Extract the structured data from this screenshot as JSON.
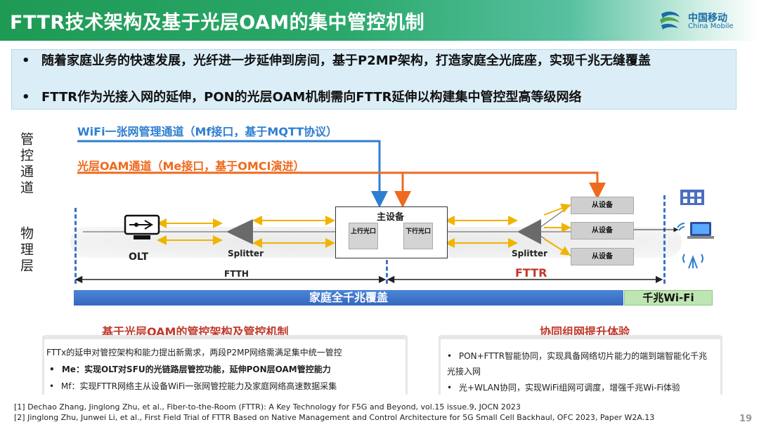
{
  "header": {
    "title": "FTTR技术架构及基于光层OAM的集中管控机制",
    "logo_cn": "中国移动",
    "logo_en": "China Mobile"
  },
  "bullets": [
    "随着家庭业务的快速发展，光纤进一步延伸到房间，基于P2MP架构，打造家庭全光底座，实现千兆无缝覆盖",
    "FTTR作为光接入网的延伸，PON的光层OAM机制需向FTTR延伸以构建集中管控型高等级网络"
  ],
  "bullet_symbol": "•",
  "side_labels": {
    "control": "管控通道",
    "physical": "物理层"
  },
  "channels": {
    "wifi": "WiFi一张网管理通道（Mf接口，基于MQTT协议）",
    "oam": "光层OAM通道（Me接口，基于OMCI演进）"
  },
  "diagram": {
    "olt": "OLT",
    "splitter1": "Splitter",
    "main_device": "主设备",
    "uplink_port": "上行光口",
    "downlink_port": "下行光口",
    "splitter2": "Splitter",
    "slaves": [
      "从设备",
      "从设备",
      "从设备"
    ],
    "ftth": "FTTH",
    "fttr": "FTTR"
  },
  "bars": {
    "main": "家庭全千兆覆盖",
    "wifi": "千兆Wi-Fi"
  },
  "left_section": {
    "title": "基于光层OAM的管控架构及管控机制",
    "intro": "FTTx的延申对管控架构和能力提出新需求，两段P2MP网络需满足集中统一管控",
    "items": [
      "Me：实现OLT对SFU的光链路层管控功能，延伸PON层OAM管控能力",
      "Mf：实现FTTR网络主从设备WiFi一张网管控能力及家庭网络高速数据采集"
    ]
  },
  "right_section": {
    "title": "协同组网提升体验",
    "items": [
      "PON+FTTR智能协同，实现具备网络切片能力的端到端智能化千兆光接入网",
      "光+WLAN协同，实现WiFi组网可调度，增强千兆Wi-Fi体验"
    ]
  },
  "references": [
    "[1] Dechao Zhang, Jinglong Zhu, et al., Fiber-to-the-Room (FTTR): A Key Technology for F5G and Beyond, vol.15 issue.9, JOCN 2023",
    "[2] Jinglong Zhu, Junwei Li, et al., First Field Trial of FTTR Based on Native Management and Control Architecture for 5G Small Cell Backhaul, OFC 2023, Paper W2A.13"
  ],
  "page_number": "19",
  "colors": {
    "wifi_channel": "#2f7fd0",
    "oam_channel": "#ee6a1e",
    "section_title": "#c0392b",
    "coverage_bar": "#3b6fc5",
    "wifi_bar": "#bfe5b4",
    "header_green": "#1f9a55"
  }
}
